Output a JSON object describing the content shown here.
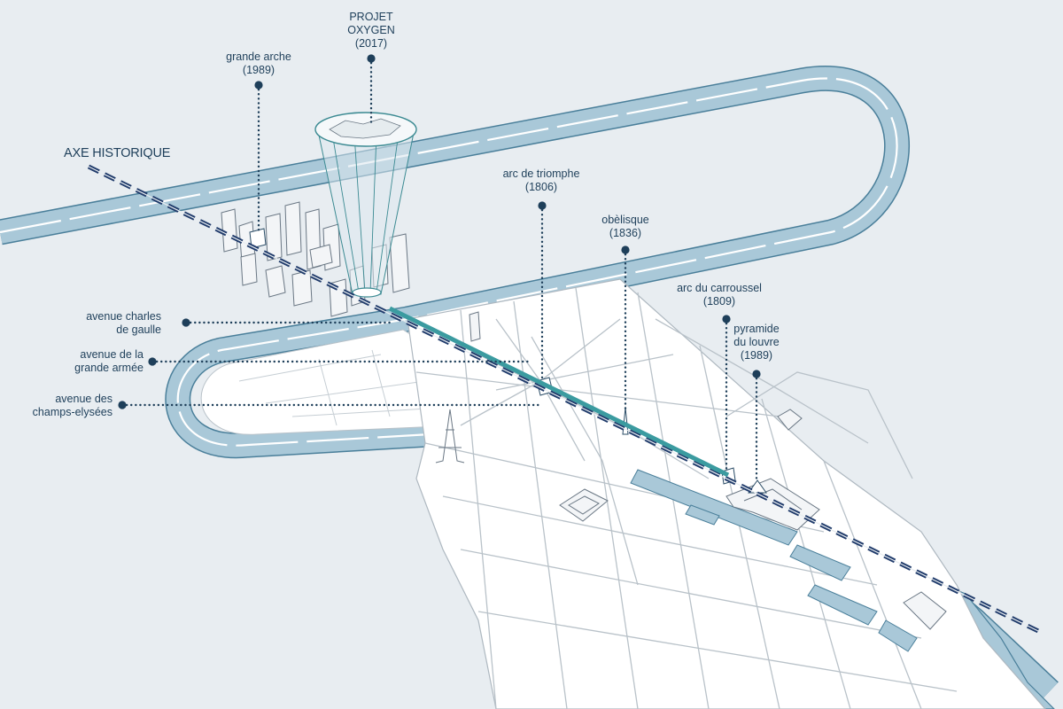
{
  "map": {
    "axis_title": "AXE HISTORIQUE",
    "colors": {
      "background": "#e8edf1",
      "water": "#a9c8d8",
      "water_edge": "#4a7f9a",
      "block_fill": "#ffffff",
      "street_line": "#b9c2c9",
      "axis": "#203b6b",
      "avenue": "#3b9ba0",
      "leader": "#1e3f5a",
      "text": "#1e3f5a"
    },
    "landmarks": [
      {
        "lines": [
          "PROJET",
          "OXYGEN",
          "(2017)"
        ]
      },
      {
        "lines": [
          "grande arche",
          "(1989)"
        ]
      },
      {
        "lines": [
          "arc de triomphe",
          "(1806)"
        ]
      },
      {
        "lines": [
          "obèlisque",
          "(1836)"
        ]
      },
      {
        "lines": [
          "arc du carroussel",
          "(1809)"
        ]
      },
      {
        "lines": [
          "pyramide",
          "du louvre",
          "(1989)"
        ]
      }
    ],
    "avenues": [
      {
        "lines": [
          "avenue charles",
          "de gaulle"
        ]
      },
      {
        "lines": [
          "avenue de la",
          "grande armée"
        ]
      },
      {
        "lines": [
          "avenue des",
          "champs-elysées"
        ]
      }
    ]
  }
}
